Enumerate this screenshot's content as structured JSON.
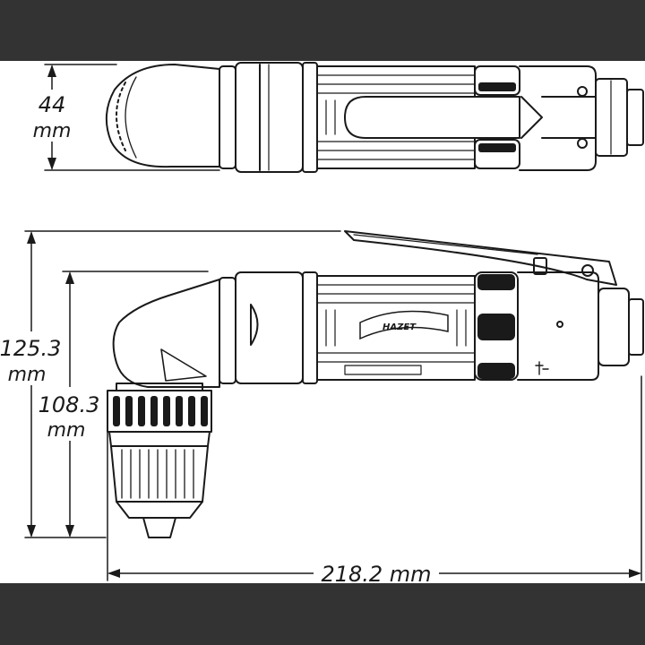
{
  "colors": {
    "band": "#333333",
    "ink": "#1a1a1a",
    "paper": "#ffffff"
  },
  "dimensions": {
    "top_height_value": "44",
    "top_height_unit": "mm",
    "overall_height_value": "125.3",
    "overall_height_unit": "mm",
    "chuck_height_value": "108.3",
    "chuck_height_unit": "mm",
    "length_label": "218.2 mm"
  },
  "brand_logo_text": "HAZET"
}
